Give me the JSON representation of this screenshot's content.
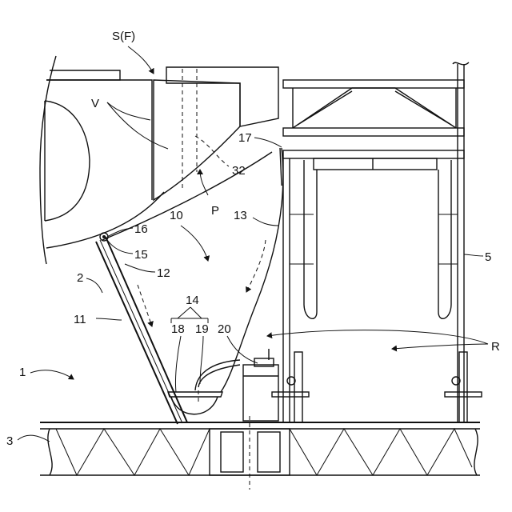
{
  "labels": {
    "sf": "S(F)",
    "v": "V",
    "n17": "17",
    "n32": "32",
    "p": "P",
    "n10": "10",
    "n13": "13",
    "n16": "16",
    "n15": "15",
    "n12": "12",
    "n5": "5",
    "n2": "2",
    "n11": "11",
    "n14": "14",
    "n18": "18",
    "n19": "19",
    "n20": "20",
    "r": "R",
    "n1": "1",
    "n3": "3"
  }
}
